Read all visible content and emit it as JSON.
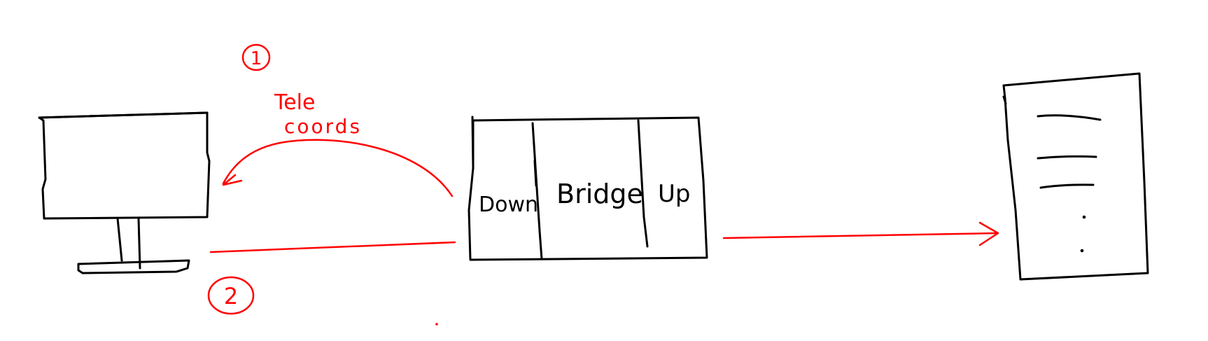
{
  "labels": {
    "step_one": "1",
    "step_two": "2",
    "arrow_label_line1": "Tele",
    "arrow_label_line2": "coords",
    "segment_down": "Down",
    "segment_bridge": "Bridge",
    "segment_up": "Up"
  },
  "colors": {
    "ink": "#000000",
    "annotation": "#ff0000",
    "background": "#ffffff"
  }
}
